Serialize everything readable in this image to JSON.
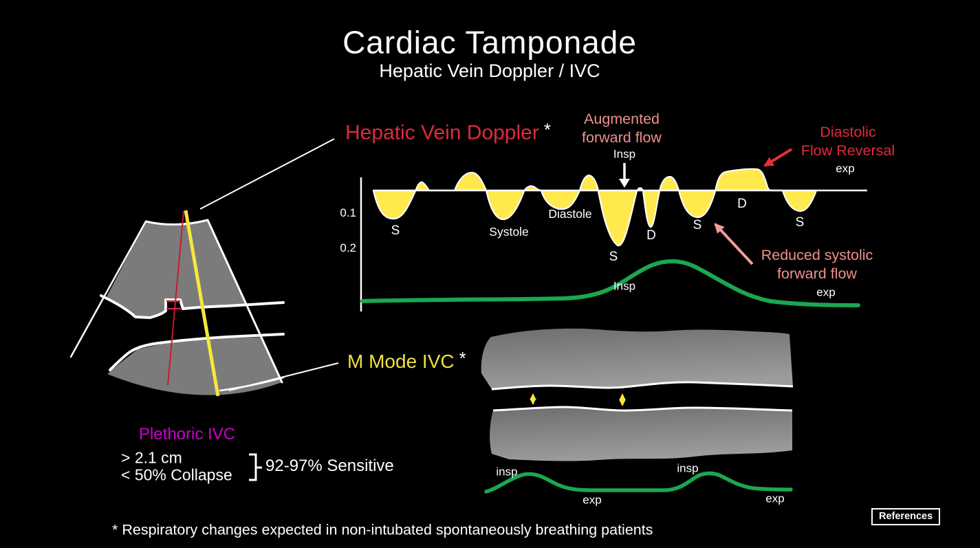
{
  "page": {
    "title": "Cardiac Tamponade",
    "subtitle": "Hepatic Vein Doppler / IVC"
  },
  "doppler": {
    "section_label": "Hepatic Vein Doppler",
    "asterisk": "*",
    "augmented_line1": "Augmented",
    "augmented_line2": "forward flow",
    "insp_label": "Insp",
    "exp_label_right": "exp",
    "diastolic_line1": "Diastolic",
    "diastolic_line2": "Flow Reversal",
    "reduced_line1": "Reduced systolic",
    "reduced_line2": "forward flow",
    "exp_label_mid": "exp",
    "resp_insp_label": "Insp",
    "ticks": [
      "0.1",
      "0.2"
    ],
    "wave_labels": [
      "S",
      "Systole",
      "Diastole",
      "S",
      "D",
      "S",
      "D",
      "S"
    ]
  },
  "mmode": {
    "section_label": "M Mode IVC",
    "asterisk": "*",
    "insp_label_1": "insp",
    "insp_label_2": "insp",
    "exp_label_1": "exp",
    "exp_label_2": "exp"
  },
  "ivc_criteria": {
    "heading": "Plethoric IVC",
    "line1": "> 2.1 cm",
    "line2": "< 50% Collapse",
    "sensitivity": "92-97% Sensitive"
  },
  "footnote": "* Respiratory changes expected in non-intubated spontaneously breathing patients",
  "references_button": "References",
  "colors": {
    "background": "#000000",
    "text_white": "#ffffff",
    "red_label": "#e02a3c",
    "salmon_label": "#f0908e",
    "pink_arrow": "#f19b9b",
    "wave_yellow": "#ffe94d",
    "cursor_yellow": "#f7e63d",
    "resp_green": "#1ba750",
    "magenta": "#cc00cc",
    "fan_gray": "#7b7b7b",
    "red_cursor": "#c81a33"
  }
}
